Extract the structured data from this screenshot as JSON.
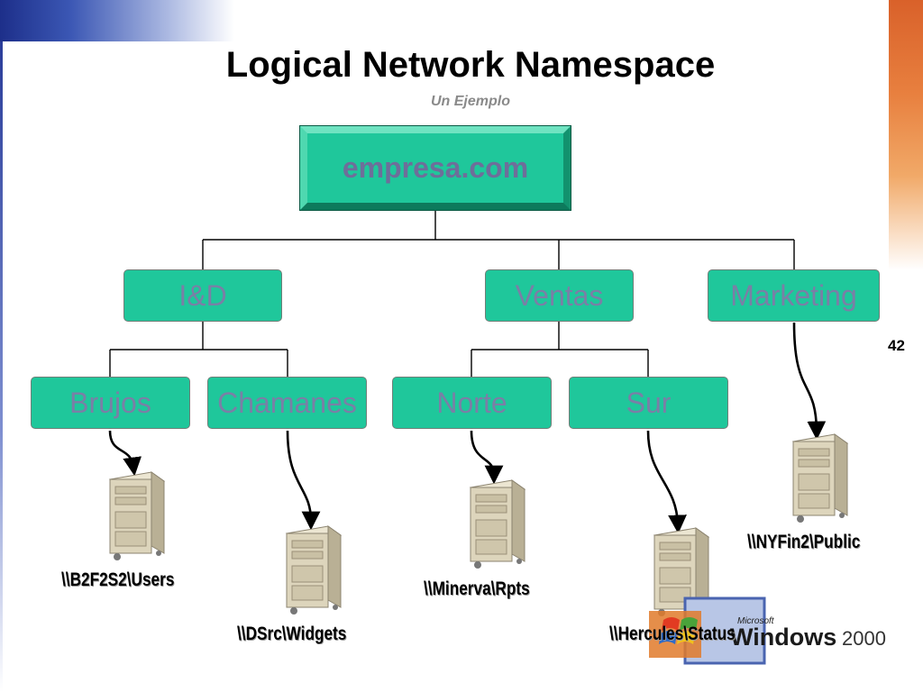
{
  "slide": {
    "title": "Logical Network Namespace",
    "subtitle": "Un Ejemplo",
    "page_number": "42"
  },
  "root": {
    "label": "empresa.com"
  },
  "departments": [
    {
      "label": "I&D"
    },
    {
      "label": "Ventas"
    },
    {
      "label": "Marketing"
    }
  ],
  "groups": [
    {
      "label": "Brujos"
    },
    {
      "label": "Chamanes"
    },
    {
      "label": "Norte"
    },
    {
      "label": "Sur"
    }
  ],
  "shares": [
    {
      "path": "\\\\B2F2S2\\Users"
    },
    {
      "path": "\\\\DSrc\\Widgets"
    },
    {
      "path": "\\\\Minerva\\Rpts"
    },
    {
      "path": "\\\\Hercules\\Status"
    },
    {
      "path": "\\\\NYFin2\\Public"
    }
  ],
  "logo": {
    "brand_small": "Microsoft",
    "brand_main": "Windows",
    "version": "2000"
  },
  "colors": {
    "node_fill": "#1fc79b",
    "node_text": "#7a7fa6",
    "root_text": "#6e6e9a"
  },
  "icons": [
    "server-tower-icon",
    "windows-flag-icon"
  ]
}
